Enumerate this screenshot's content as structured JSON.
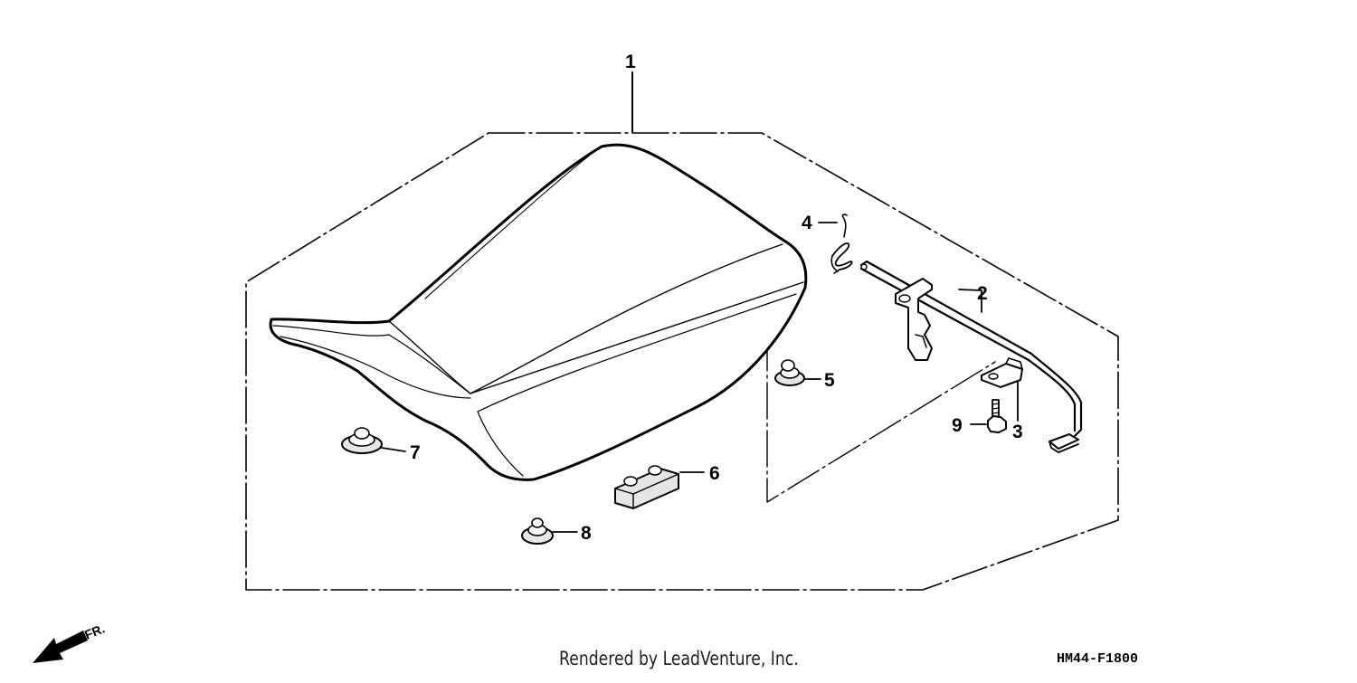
{
  "callouts": [
    {
      "id": "1",
      "label": "1"
    },
    {
      "id": "2",
      "label": "2"
    },
    {
      "id": "3",
      "label": "3"
    },
    {
      "id": "4",
      "label": "4"
    },
    {
      "id": "5",
      "label": "5"
    },
    {
      "id": "6",
      "label": "6"
    },
    {
      "id": "7",
      "label": "7"
    },
    {
      "id": "8",
      "label": "8"
    },
    {
      "id": "9",
      "label": "9"
    }
  ],
  "direction_label": "FR.",
  "footer": {
    "rendered_by": "Rendered by LeadVenture, Inc.",
    "diagram_code": "HM44-F1800"
  },
  "colors": {
    "ink": "#000000",
    "background": "#ffffff"
  }
}
